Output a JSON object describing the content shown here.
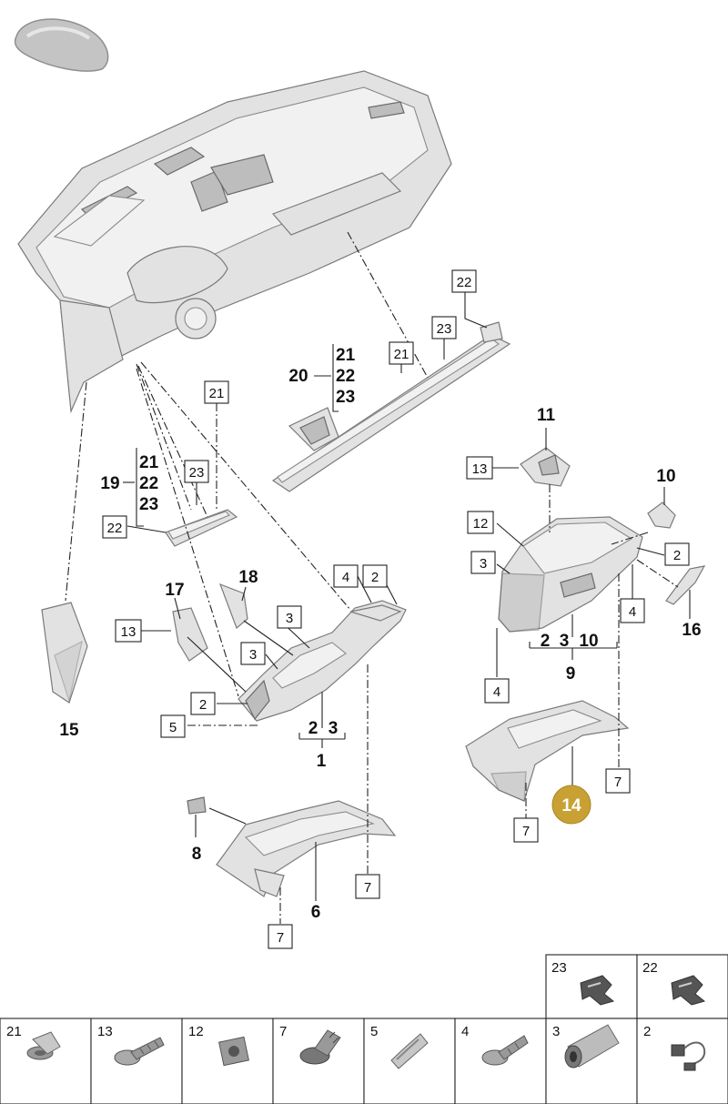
{
  "callouts": {
    "c22_top": "22",
    "c23_top": "23",
    "c21_mid": "21",
    "g20": "20",
    "g20_a": "21",
    "g20_b": "22",
    "g20_c": "23",
    "c21_left": "21",
    "g19": "19",
    "g19_a": "21",
    "g19_b": "22",
    "g19_c": "23",
    "c23_left": "23",
    "c22_left": "22",
    "c17": "17",
    "c18": "18",
    "c13_left": "13",
    "c3_a": "3",
    "c3_b": "3",
    "c4_mid": "4",
    "c2_mid": "2",
    "c2_low": "2",
    "c5": "5",
    "g1_a": "2",
    "g1_b": "3",
    "g1": "1",
    "c15": "15",
    "c8": "8",
    "c6": "6",
    "c7_a": "7",
    "c7_b": "7",
    "c11": "11",
    "c13_right": "13",
    "c10": "10",
    "c12": "12",
    "c3_right": "3",
    "c2_right": "2",
    "c4_right": "4",
    "c16": "16",
    "g9_a": "2",
    "g9_b": "3",
    "g9_c": "10",
    "g9": "9",
    "c4_low": "4",
    "c7_c": "7",
    "c7_d": "7",
    "c14": "14"
  },
  "parts_table": {
    "top_row": [
      {
        "num": "23",
        "icon": "clip-icon"
      },
      {
        "num": "22",
        "icon": "clip-icon"
      }
    ],
    "bottom_row": [
      {
        "num": "21",
        "icon": "rivet-icon"
      },
      {
        "num": "13",
        "icon": "screw-icon"
      },
      {
        "num": "12",
        "icon": "nut-icon"
      },
      {
        "num": "7",
        "icon": "expansion-rivet-icon"
      },
      {
        "num": "5",
        "icon": "spring-clip-icon"
      },
      {
        "num": "4",
        "icon": "screw-icon"
      },
      {
        "num": "3",
        "icon": "sleeve-icon"
      },
      {
        "num": "2",
        "icon": "connector-icon"
      }
    ]
  },
  "colors": {
    "highlight": "#c9a133",
    "highlight_text": "#ffffff"
  }
}
